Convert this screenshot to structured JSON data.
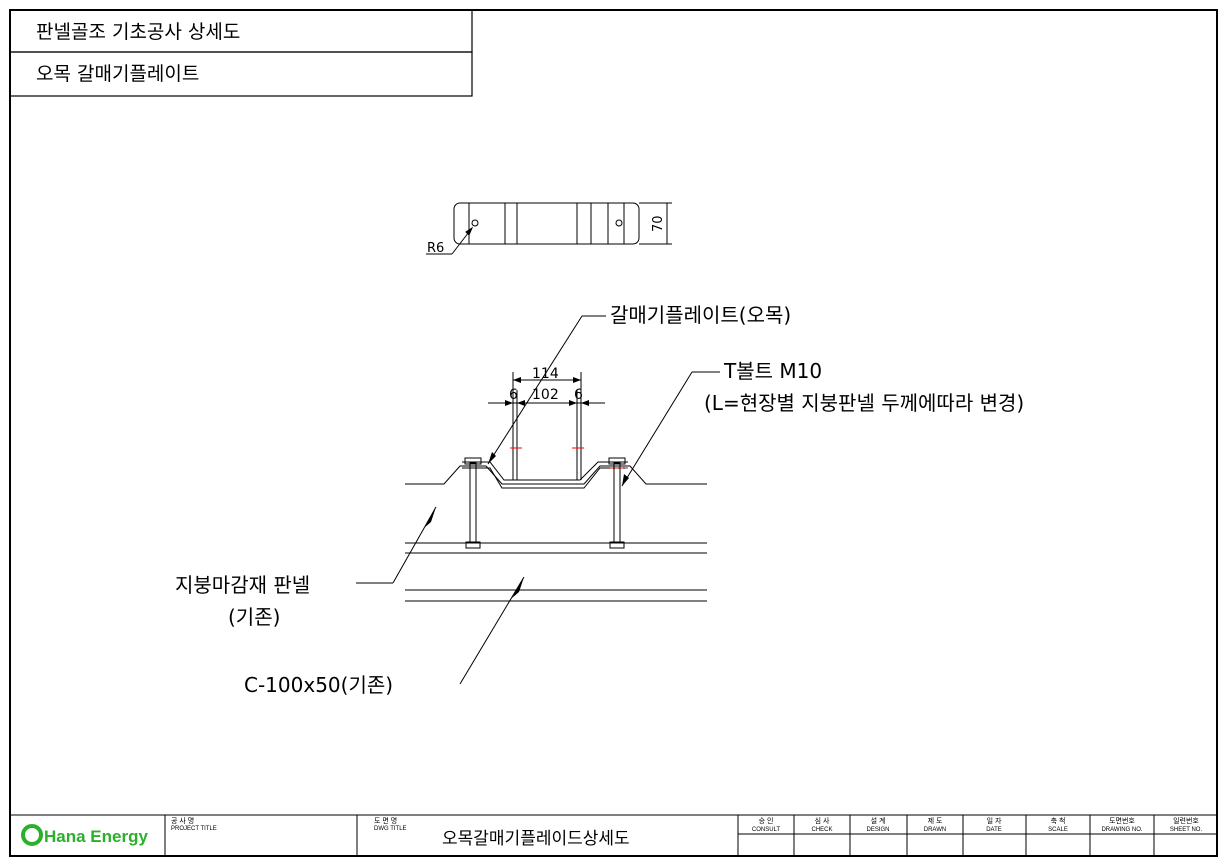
{
  "header": {
    "title_line1": "판넬골조 기초공사 상세도",
    "title_line2": "오목 갈매기플레이트"
  },
  "plan_view": {
    "radius_label": "R6",
    "height_dim": "70"
  },
  "section_view": {
    "dim_overall": "114",
    "dim_inner": "102",
    "dim_left": "6",
    "dim_right": "6",
    "callout_plate": "갈매기플레이트(오목)",
    "callout_bolt_line1": "T볼트 M10",
    "callout_bolt_line2": "(L=현장별 지붕판넬 두께에따라 변경)",
    "callout_panel_line1": "지붕마감재 판넬",
    "callout_panel_line2": "(기존)",
    "callout_purlin": "C-100x50(기존)"
  },
  "title_block": {
    "logo_text": "Hana Energy",
    "project_title_kr": "공 사 명",
    "project_title_en": "PROJECT TITLE",
    "dwg_title_kr": "도 면 명",
    "dwg_title_en": "DWG TITLE",
    "drawing_name": "오목갈매기플레이드상세도",
    "fields": [
      {
        "kr": "승 인",
        "en": "CONSULT"
      },
      {
        "kr": "심 사",
        "en": "CHECK"
      },
      {
        "kr": "설 계",
        "en": "DESIGN"
      },
      {
        "kr": "제 도",
        "en": "DRAWN"
      },
      {
        "kr": "일 자",
        "en": "DATE"
      },
      {
        "kr": "축 척",
        "en": "SCALE"
      },
      {
        "kr": "도면번호",
        "en": "DRAWING NO."
      },
      {
        "kr": "일련번호",
        "en": "SHEET NO."
      }
    ]
  },
  "colors": {
    "line": "#000000",
    "centerline": "#ff0000",
    "logo_green": "#2bb02b"
  }
}
